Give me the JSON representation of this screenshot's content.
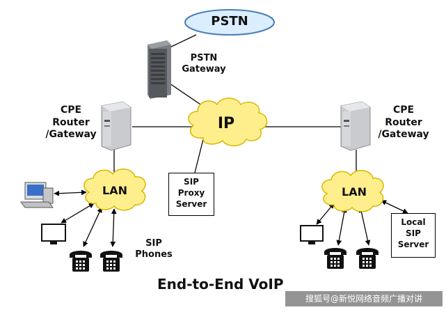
{
  "diagram": {
    "title": "End-to-End VoIP",
    "nodes": {
      "pstn": "PSTN",
      "pstn_gateway": [
        "PSTN",
        "Gateway"
      ],
      "ip": "IP",
      "cpe_left": [
        "CPE",
        "Router",
        "/Gateway"
      ],
      "cpe_right": [
        "CPE",
        "Router",
        "/Gateway"
      ],
      "lan_left": "LAN",
      "lan_right": "LAN",
      "sip_proxy": [
        "SIP",
        "Proxy",
        "Server"
      ],
      "local_sip": [
        "Local",
        "SIP",
        "Server"
      ],
      "sip_phones": [
        "SIP",
        "Phones"
      ]
    },
    "watermark": "搜狐号@新悦网络音频广播对讲"
  },
  "colors": {
    "cloud_fill": "#ffef8c",
    "cloud_stroke": "#d9b700",
    "pstn_fill": "#dbeeff",
    "pstn_stroke": "#4a7fb5",
    "line": "#000000"
  },
  "icons": [
    "server-tower-icon",
    "cpe-router-icon",
    "desktop-computer-icon",
    "monitor-icon",
    "telephone-icon"
  ]
}
